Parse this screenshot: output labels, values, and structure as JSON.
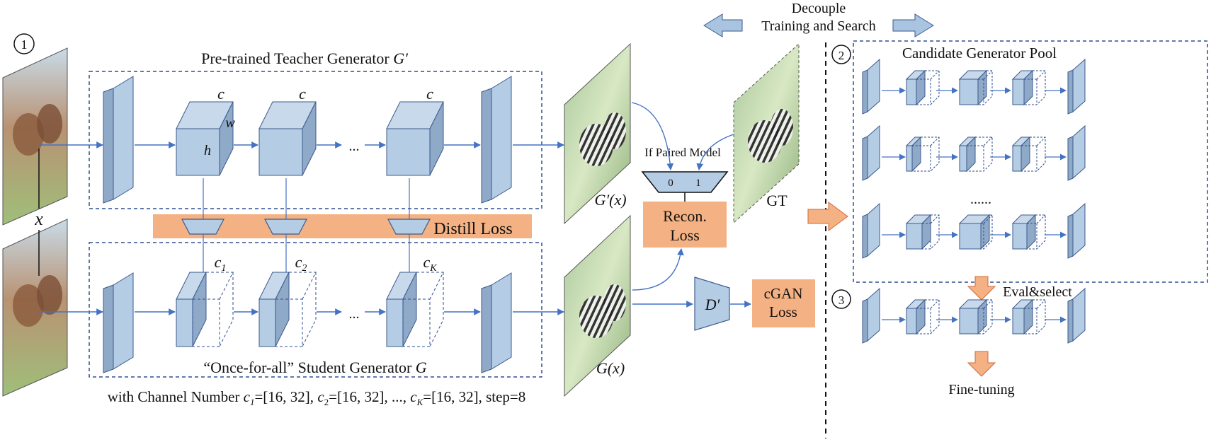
{
  "step1": {
    "marker": "①",
    "teacher_title": "Pre-trained Teacher Generator",
    "teacher_symbol": "G′",
    "input_label": "x",
    "dim_c": "c",
    "dim_w": "w",
    "dim_h": "h",
    "ellipsis": "...",
    "distill_loss": "Distill Loss",
    "student_c1": "c",
    "student_c1_sub": "1",
    "student_c2": "c",
    "student_c2_sub": "2",
    "student_cK": "c",
    "student_cK_sub": "K",
    "student_title": "“Once-for-all” Student Generator",
    "student_symbol": "G",
    "channel_caption": {
      "prefix": "with Channel Number ",
      "c1": "c",
      "c1_sub": "1",
      "part1": "=[16, 32], ",
      "c2": "c",
      "c2_sub": "2",
      "part2": "=[16, 32], ..., ",
      "cK": "c",
      "cK_sub": "K",
      "part3": "=[16, 32], step=8"
    },
    "teacher_output": "G′(x)",
    "student_output": "G(x)",
    "if_paired": "If Paired Model",
    "mux_0": "0",
    "mux_1": "1",
    "recon_line1": "Recon.",
    "recon_line2": "Loss",
    "gt_label": "GT",
    "discriminator": "D′",
    "cgan_line1": "cGAN",
    "cgan_line2": "Loss"
  },
  "decouple": {
    "line1": "Decouple",
    "line2": "Training and Search"
  },
  "step2": {
    "marker": "②",
    "pool_title": "Candidate Generator Pool",
    "ellipsis": "......"
  },
  "step3": {
    "marker": "③",
    "eval_select": "Eval&select",
    "fine_tuning": "Fine-tuning"
  },
  "colors": {
    "block_fill": "#b4cce4",
    "block_side": "#8fa9c8",
    "block_stroke": "#3c5a8c",
    "arrow_blue": "#4472c4",
    "dashed_box": "#2f4f8f",
    "loss_orange": "#f4b183",
    "orange_arrow": "#f08c5a",
    "decouple_arrow": "#a9c4e0"
  }
}
